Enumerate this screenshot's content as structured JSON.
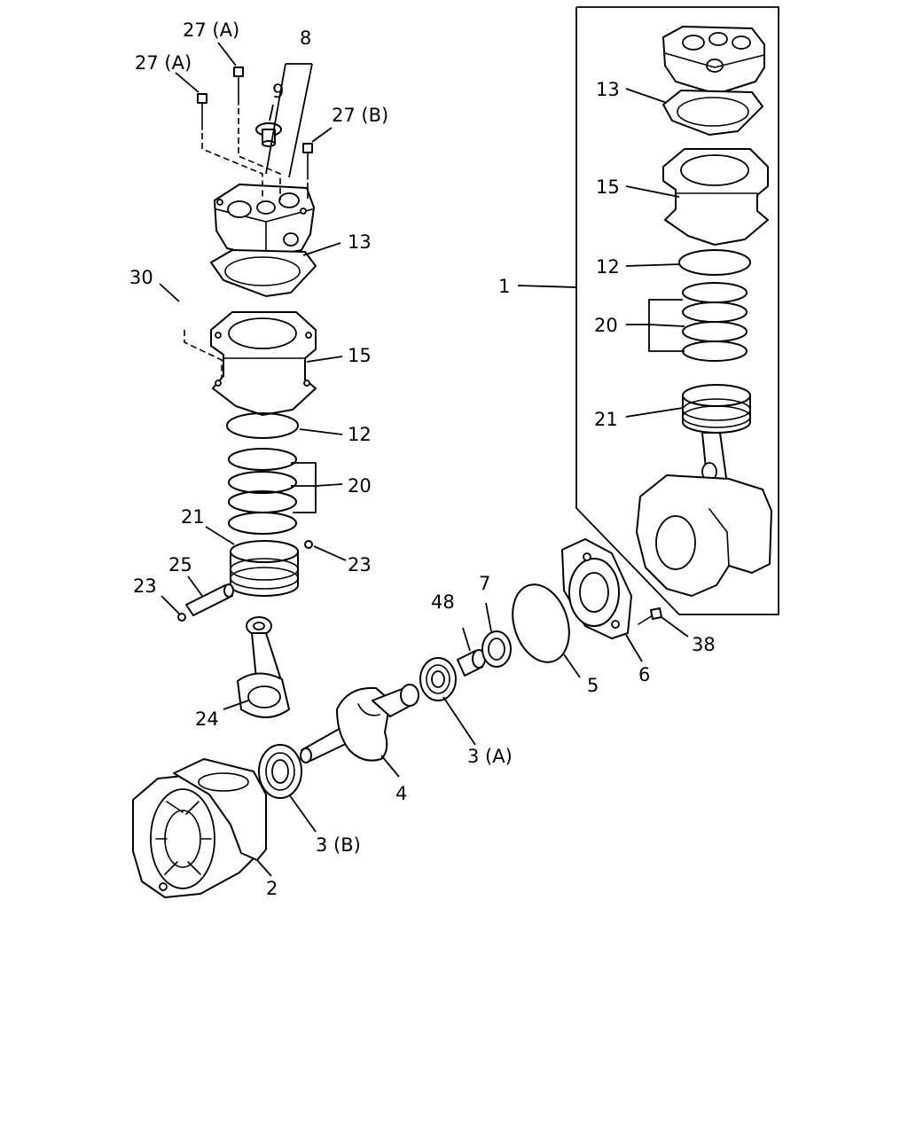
{
  "callouts": {
    "c1": "1",
    "c2": "2",
    "c3a": "3 (A)",
    "c3b": "3 (B)",
    "c4": "4",
    "c5": "5",
    "c6": "6",
    "c7": "7",
    "c8": "8",
    "c9": "9",
    "c12_left": "12",
    "c12_right": "12",
    "c13_left": "13",
    "c13_right": "13",
    "c15_left": "15",
    "c15_right": "15",
    "c20_left": "20",
    "c20_right": "20",
    "c21_left": "21",
    "c21_right": "21",
    "c23_left": "23",
    "c23_right": "23",
    "c24": "24",
    "c25": "25",
    "c27a_top": "27 (A)",
    "c27a_left": "27 (A)",
    "c27b": "27 (B)",
    "c30": "30",
    "c38": "38",
    "c48": "48"
  },
  "colors": {
    "line": "#000000",
    "background": "#ffffff"
  }
}
